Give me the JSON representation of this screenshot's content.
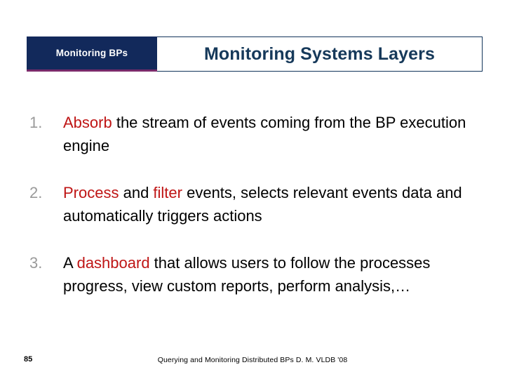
{
  "slide": {
    "header": {
      "tag_label": "Monitoring  BPs",
      "title": "Monitoring Systems Layers",
      "tag_bg_color": "#12295b",
      "tag_underline_color": "#7a2a6a",
      "title_color": "#16395a",
      "box_border_color": "#12345a"
    },
    "body": {
      "accent_color": "#bf1515",
      "number_color": "#9a9a9a",
      "items": [
        {
          "number": "1.",
          "parts": [
            {
              "text": "Absorb",
              "emphasis": true
            },
            {
              "text": " the stream of events coming from the BP execution engine",
              "emphasis": false
            }
          ]
        },
        {
          "number": "2.",
          "parts": [
            {
              "text": "Process",
              "emphasis": true
            },
            {
              "text": " and ",
              "emphasis": false
            },
            {
              "text": "filter",
              "emphasis": true
            },
            {
              "text": " events, selects relevant events data and automatically triggers actions",
              "emphasis": false
            }
          ]
        },
        {
          "number": "3.",
          "parts": [
            {
              "text": "A ",
              "emphasis": false
            },
            {
              "text": "dashboard",
              "emphasis": true
            },
            {
              "text": " that allows users to follow the processes progress, view custom reports, perform analysis,…",
              "emphasis": false
            }
          ]
        }
      ]
    },
    "footer": {
      "page_number": "85",
      "note": "Querying and Monitoring Distributed BPs D. M. VLDB '08"
    }
  }
}
